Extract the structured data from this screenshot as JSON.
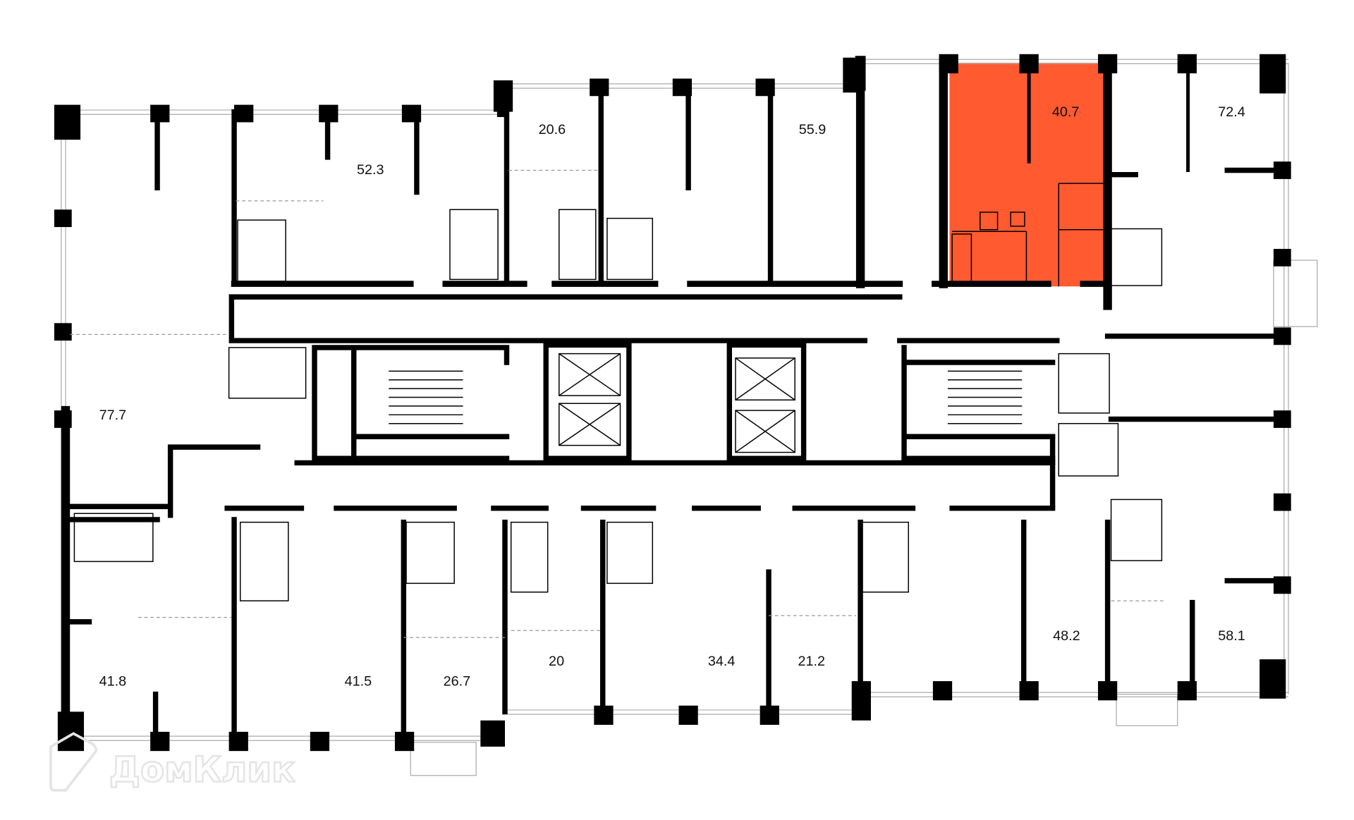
{
  "plan": {
    "highlight_color": "#FF5A30",
    "wall_color": "#000000",
    "units": [
      {
        "id": "u523",
        "area": "52.3",
        "highlighted": false
      },
      {
        "id": "u206",
        "area": "20.6",
        "highlighted": false
      },
      {
        "id": "u559",
        "area": "55.9",
        "highlighted": false
      },
      {
        "id": "u407",
        "area": "40.7",
        "highlighted": true
      },
      {
        "id": "u724",
        "area": "72.4",
        "highlighted": false
      },
      {
        "id": "u777",
        "area": "77.7",
        "highlighted": false
      },
      {
        "id": "u418",
        "area": "41.8",
        "highlighted": false
      },
      {
        "id": "u415",
        "area": "41.5",
        "highlighted": false
      },
      {
        "id": "u267",
        "area": "26.7",
        "highlighted": false
      },
      {
        "id": "u20",
        "area": "20",
        "highlighted": false
      },
      {
        "id": "u344",
        "area": "34.4",
        "highlighted": false
      },
      {
        "id": "u212",
        "area": "21.2",
        "highlighted": false
      },
      {
        "id": "u482",
        "area": "48.2",
        "highlighted": false
      },
      {
        "id": "u581",
        "area": "58.1",
        "highlighted": false
      }
    ]
  },
  "watermark": {
    "text": "ДомКлик",
    "icon": "house-logo-icon"
  }
}
